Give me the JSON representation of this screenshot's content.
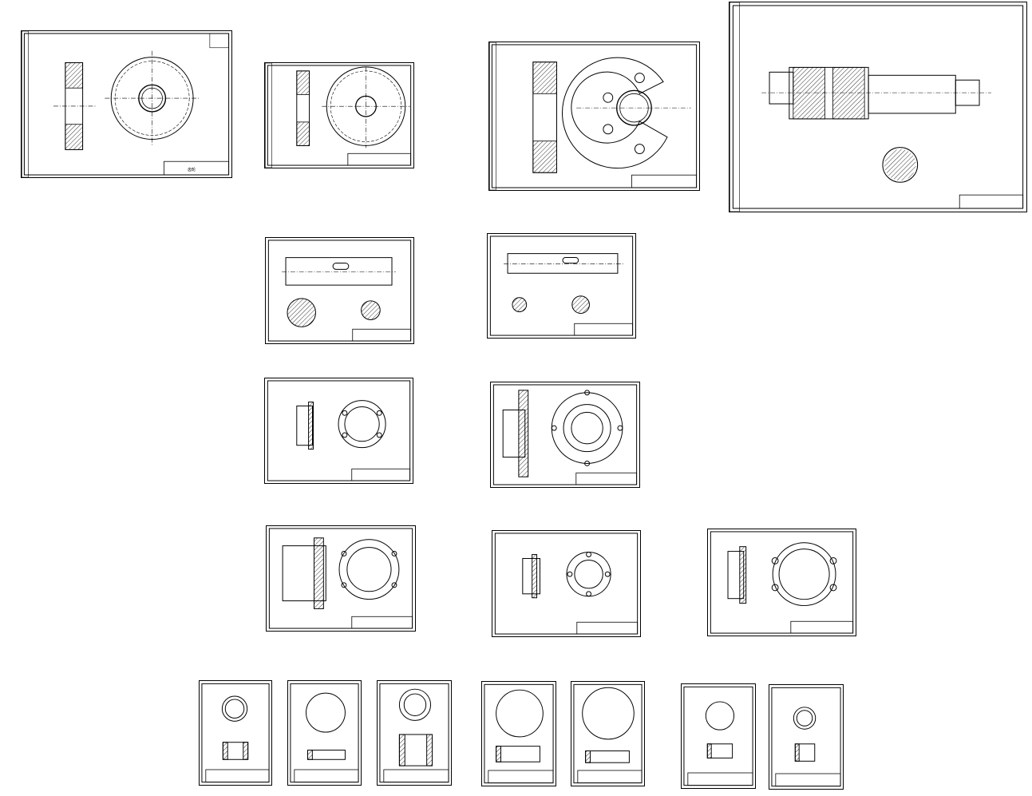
{
  "drawing_set": {
    "sheets": [
      {
        "id": "s1",
        "kind": "gear-wheel",
        "title_text": "齿轮"
      },
      {
        "id": "s2",
        "kind": "gear-wheel",
        "title_text": "齿轮"
      },
      {
        "id": "s3",
        "kind": "sector-gear",
        "title_text": "齿轮"
      },
      {
        "id": "s4",
        "kind": "shaft",
        "title_text": "轴"
      },
      {
        "id": "s5",
        "kind": "shaft",
        "title_text": "齿轮轴"
      },
      {
        "id": "s6",
        "kind": "shaft",
        "title_text": "齿轮轴"
      },
      {
        "id": "s7",
        "kind": "flange-cover",
        "title_text": "端盖"
      },
      {
        "id": "s8",
        "kind": "flange-cover",
        "title_text": "端盖"
      },
      {
        "id": "s9",
        "kind": "flange-cover",
        "title_text": "端盖"
      },
      {
        "id": "s10",
        "kind": "flange-cover",
        "title_text": "端盖"
      },
      {
        "id": "s11",
        "kind": "flange-cover",
        "title_text": "端盖"
      },
      {
        "id": "s12",
        "kind": "sleeve",
        "title_text": "套筒"
      },
      {
        "id": "s13",
        "kind": "sleeve",
        "title_text": "套筒"
      },
      {
        "id": "s14",
        "kind": "sleeve",
        "title_text": "套筒"
      },
      {
        "id": "s15",
        "kind": "sleeve",
        "title_text": "套筒"
      },
      {
        "id": "s16",
        "kind": "sleeve",
        "title_text": "套筒"
      },
      {
        "id": "s17",
        "kind": "sleeve",
        "title_text": "套筒"
      },
      {
        "id": "s18",
        "kind": "sleeve",
        "title_text": "套筒"
      }
    ]
  }
}
